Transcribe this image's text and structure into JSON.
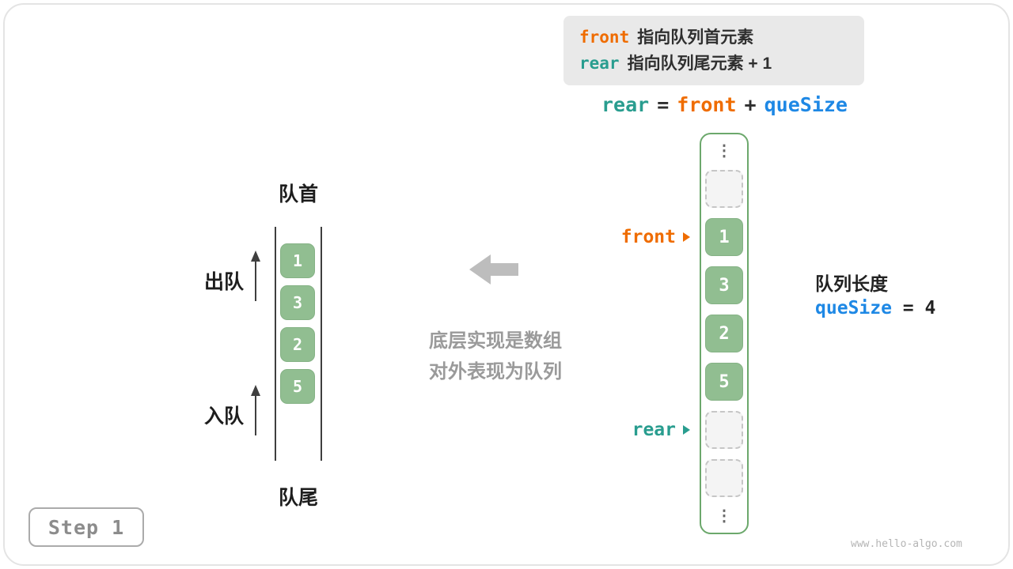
{
  "legend": {
    "front_term": "front",
    "front_desc": "指向队列首元素",
    "rear_term": "rear",
    "rear_desc": "指向队列尾元素 + 1"
  },
  "formula": {
    "rear": "rear",
    "equals": "=",
    "front": "front",
    "plus": "+",
    "quesize": "queSize"
  },
  "queue": {
    "head_label": "队首",
    "tail_label": "队尾",
    "dequeue_label": "出队",
    "enqueue_label": "入队",
    "values": [
      "1",
      "3",
      "2",
      "5"
    ]
  },
  "explanation": {
    "line1": "底层实现是数组",
    "line2": "对外表现为队列"
  },
  "array": {
    "top_ellipsis": "⋮",
    "bottom_ellipsis": "⋮",
    "cells": [
      "",
      "1",
      "3",
      "2",
      "5",
      "",
      ""
    ],
    "front_pointer": "front",
    "rear_pointer": "rear"
  },
  "info": {
    "length_label": "队列长度",
    "quesize_term": "queSize",
    "quesize_value": "= 4"
  },
  "footer": {
    "step_label": "Step 1",
    "watermark": "www.hello-algo.com"
  },
  "colors": {
    "front_orange": "#EF6C00",
    "rear_teal": "#299D8F",
    "quesize_blue": "#1E88E5",
    "cell_green": "#91BE91"
  }
}
